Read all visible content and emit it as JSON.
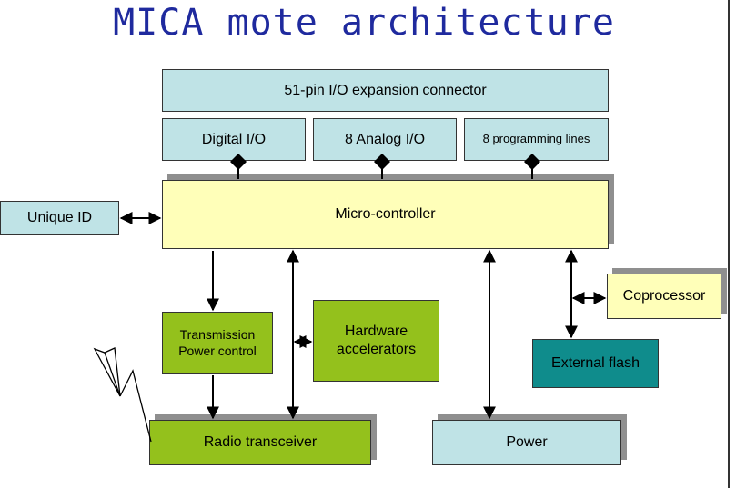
{
  "title": "MICA mote architecture",
  "blocks": {
    "expansion_connector": "51-pin I/O expansion connector",
    "digital_io": "Digital I/O",
    "analog_io": "8 Analog I/O",
    "programming_lines": "8 programming lines",
    "unique_id": "Unique ID",
    "micro_controller": "Micro-controller",
    "transmission_power": "Transmission Power control",
    "hardware_accelerators": "Hardware accelerators",
    "coprocessor": "Coprocessor",
    "external_flash": "External flash",
    "radio_transceiver": "Radio transceiver",
    "power": "Power"
  },
  "colors": {
    "title": "#1f2a9e",
    "light_blue_block": "#bfe3e6",
    "yellow_block": "#ffffb9",
    "green_block": "#94c11c",
    "teal_block": "#0f8c8c"
  }
}
